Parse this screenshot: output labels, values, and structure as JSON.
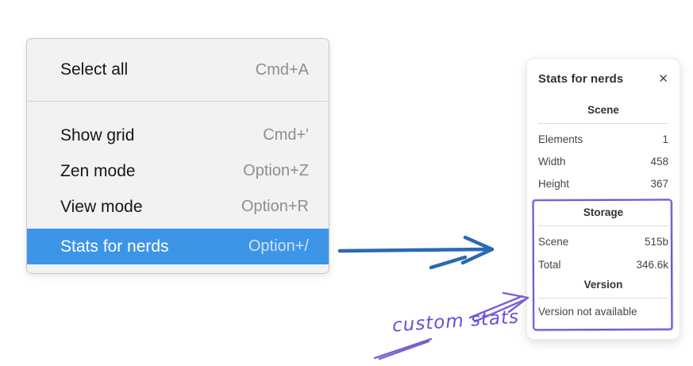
{
  "colors": {
    "menu_highlight": "#3d95e8",
    "arrow_blue": "#2a69b3",
    "annotation_purple": "#7a5ed2"
  },
  "menu": {
    "items": [
      {
        "label": "Select all",
        "shortcut": "Cmd+A"
      },
      {
        "label": "Show grid",
        "shortcut": "Cmd+'"
      },
      {
        "label": "Zen mode",
        "shortcut": "Option+Z"
      },
      {
        "label": "View mode",
        "shortcut": "Option+R"
      },
      {
        "label": "Stats for nerds",
        "shortcut": "Option+/",
        "highlighted": true
      }
    ]
  },
  "panel": {
    "title": "Stats for nerds",
    "close_icon": "✕",
    "scene": {
      "heading": "Scene",
      "rows": [
        {
          "label": "Elements",
          "value": "1"
        },
        {
          "label": "Width",
          "value": "458"
        },
        {
          "label": "Height",
          "value": "367"
        }
      ]
    },
    "storage": {
      "heading": "Storage",
      "rows": [
        {
          "label": "Scene",
          "value": "515b"
        },
        {
          "label": "Total",
          "value": "346.6k"
        }
      ]
    },
    "version": {
      "heading": "Version",
      "note": "Version not available"
    }
  },
  "annotation": {
    "label": "custom stats"
  }
}
